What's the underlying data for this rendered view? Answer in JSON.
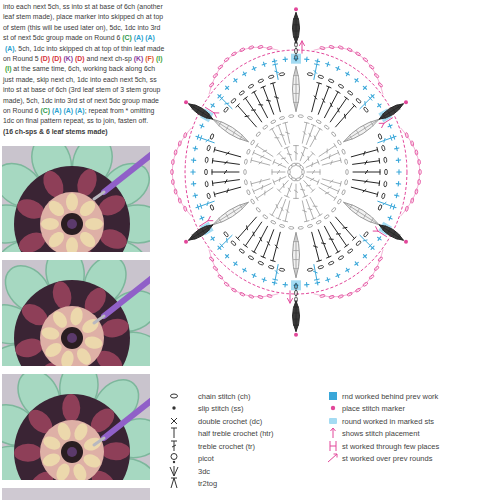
{
  "diagram": {
    "labels": [
      "into each next 5ch, ss into st at base of 6ch (another leaf stem made), place marker into skipped ch at top of stem (this will be used later on), 5dc, 1dc into 3rd st of next 5dc group made on Round 6",
      "(C)",
      "(A)",
      "(A)",
      "(A)",
      ", 5ch, 1dc into skipped ch at top of thin leaf made on Round 5",
      "(D)",
      "(D)",
      "(K)",
      "(D)",
      "and next ch-sp",
      "(K)",
      "(F)",
      "(I)",
      "(I)",
      "at the same time, 6ch, working back along 6ch just made, skip next ch, 1dc into each next 5ch, ss into st at base of 6ch (3rd leaf stem of 3 stem group made), 5ch, 1dc into 3rd st of next 5dc group made on Round 6",
      "(C)",
      "(A)",
      "(A)",
      "(A)",
      "; repeat from * omitting 1dc on final pattern repeat, ss to join, fasten off.",
      "(16 ch-sps & 6 leaf stems made)"
    ],
    "legend": [
      {
        "text": "chain stitch (ch)"
      },
      {
        "text": "slip stitch (ss)"
      },
      {
        "text": "double crochet (dc)"
      },
      {
        "text": "half treble crochet (htr)"
      },
      {
        "text": "treble crochet (tr)"
      },
      {
        "text": "picot"
      },
      {
        "text": "3dc"
      },
      {
        "text": "tr2tog"
      },
      {
        "text": "rnd worked behind prev work",
        "color": "#3aa7d9"
      },
      {
        "text": "place stitch marker"
      },
      {
        "text": "round worked in marked sts"
      },
      {
        "text": "shows stitch placement"
      },
      {
        "text": "st worked through few places"
      },
      {
        "text": "st worked over prev rounds"
      }
    ]
  }
}
